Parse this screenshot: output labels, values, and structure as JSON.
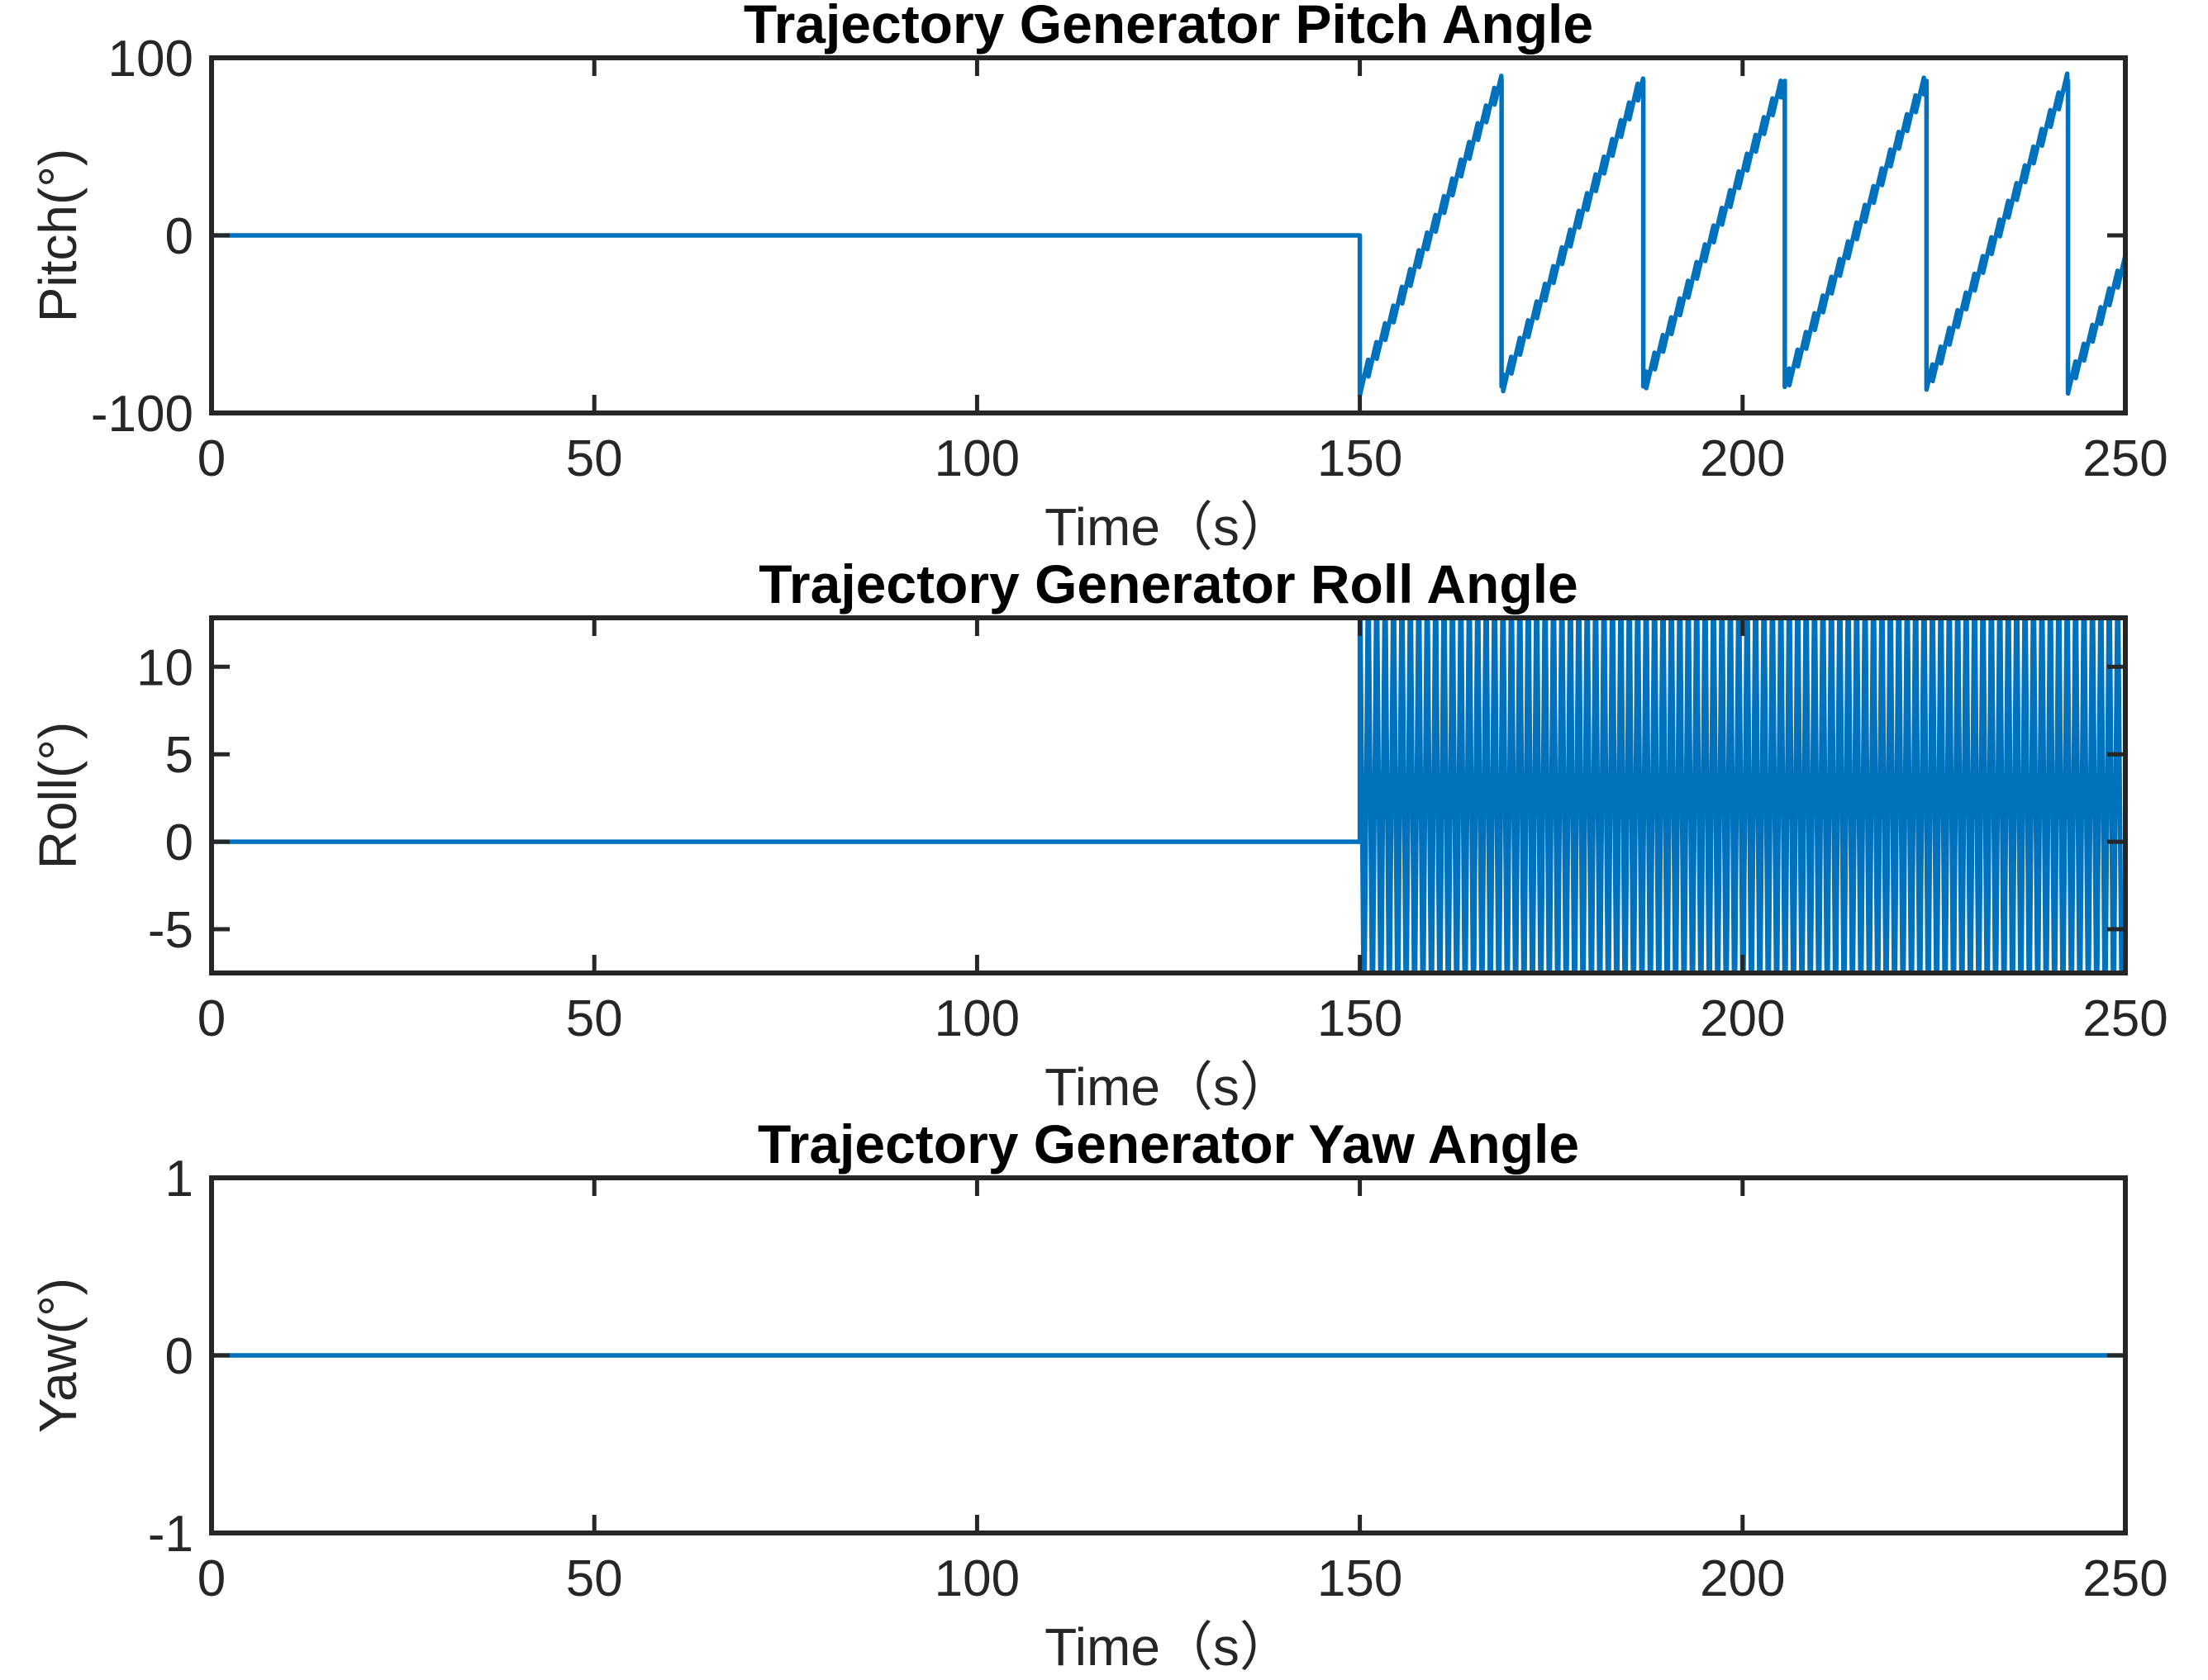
{
  "figure": {
    "background": "#ffffff",
    "line_color": "#0072BD",
    "axis_color": "#262626"
  },
  "chart_data": [
    {
      "type": "line",
      "id": "pitch",
      "title": "Trajectory Generator Pitch Angle",
      "xlabel": "Time（s）",
      "ylabel": "Pitch(°)",
      "xlim": [
        0,
        250
      ],
      "ylim": [
        -100,
        100
      ],
      "xticks": [
        0,
        50,
        100,
        150,
        200,
        250
      ],
      "xticklabels": [
        "0",
        "50",
        "100",
        "150",
        "200",
        "250"
      ],
      "yticks": [
        -100,
        0,
        100
      ],
      "yticklabels": [
        "-100",
        "0",
        "100"
      ],
      "grid": false,
      "legend": "none",
      "series": [
        {
          "name": "pitch",
          "description": "Zero until t=150 s, then a sawtooth ramp from about -85 deg to +85 deg with period about 18.5 s, carrying a high-frequency ripple of about +/-5 deg at roughly 1.1 s period superimposed on the ramp.",
          "flat_value": 0,
          "start_time": 150,
          "ramp_period": 18.5,
          "ramp_min": -85,
          "ramp_max": 87,
          "ripple_amplitude": 5,
          "ripple_period": 1.1,
          "ramp_peak_times": [
            158.5,
            177,
            195.5,
            212.5,
            230.5,
            249
          ]
        }
      ]
    },
    {
      "type": "line",
      "id": "roll",
      "title": "Trajectory Generator Roll Angle",
      "xlabel": "Time（s）",
      "ylabel": "Roll(°)",
      "xlim": [
        0,
        250
      ],
      "ylim": [
        -7.5,
        12.8
      ],
      "xticks": [
        0,
        50,
        100,
        150,
        200,
        250
      ],
      "xticklabels": [
        "0",
        "50",
        "100",
        "150",
        "200",
        "250"
      ],
      "yticks": [
        -5,
        0,
        5,
        10
      ],
      "yticklabels": [
        "-5",
        "0",
        "5",
        "10"
      ],
      "grid": false,
      "legend": "none",
      "series": [
        {
          "name": "roll",
          "description": "Zero until t=150 s, then a dense high-frequency oscillation of about +/-10 deg filling the axes from the top to the bottom limit, period about 1.1 s, continuing to t=250 s.",
          "flat_value": 0,
          "start_time": 150,
          "osc_period": 1.1,
          "osc_min": -7.5,
          "osc_max": 12.8
        }
      ]
    },
    {
      "type": "line",
      "id": "yaw",
      "title": "Trajectory Generator Yaw Angle",
      "xlabel": "Time（s）",
      "ylabel": "Yaw(°)",
      "xlim": [
        0,
        250
      ],
      "ylim": [
        -1,
        1
      ],
      "xticks": [
        0,
        50,
        100,
        150,
        200,
        250
      ],
      "xticklabels": [
        "0",
        "50",
        "100",
        "150",
        "200",
        "250"
      ],
      "yticks": [
        -1,
        0,
        1
      ],
      "yticklabels": [
        "-1",
        "0",
        "1"
      ],
      "grid": false,
      "legend": "none",
      "series": [
        {
          "name": "yaw",
          "description": "Constant zero across the whole 0 to 250 s interval.",
          "flat_value": 0,
          "start_time": 250
        }
      ]
    }
  ]
}
